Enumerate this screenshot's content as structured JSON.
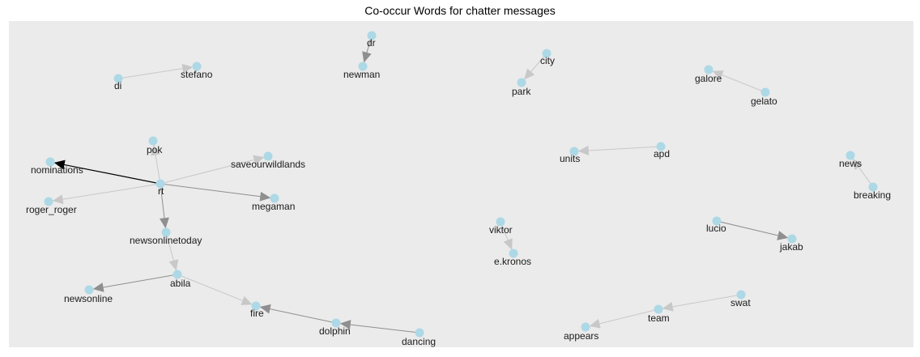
{
  "title": "Co-occur Words for chatter messages",
  "colors": {
    "panel": "#EBEBEB",
    "node": "#ADD8E6",
    "edge_light": "#C8C8C8",
    "edge_mid": "#8F8F8F",
    "edge_dark": "#000000",
    "label": "#1A1A1A"
  },
  "nodes": [
    {
      "id": "dr",
      "label": "dr"
    },
    {
      "id": "newman",
      "label": "newman"
    },
    {
      "id": "di",
      "label": "di"
    },
    {
      "id": "stefano",
      "label": "stefano"
    },
    {
      "id": "city",
      "label": "city"
    },
    {
      "id": "park",
      "label": "park"
    },
    {
      "id": "galore",
      "label": "galore"
    },
    {
      "id": "gelato",
      "label": "gelato"
    },
    {
      "id": "pok",
      "label": "pok"
    },
    {
      "id": "saveourwildlands",
      "label": "saveourwildlands"
    },
    {
      "id": "nominations",
      "label": "nominations"
    },
    {
      "id": "rt",
      "label": "rt"
    },
    {
      "id": "roger_roger",
      "label": "roger_roger"
    },
    {
      "id": "megaman",
      "label": "megaman"
    },
    {
      "id": "units",
      "label": "units"
    },
    {
      "id": "apd",
      "label": "apd"
    },
    {
      "id": "news",
      "label": "news"
    },
    {
      "id": "breaking",
      "label": "breaking"
    },
    {
      "id": "newsonlinetoday",
      "label": "newsonlinetoday"
    },
    {
      "id": "viktor",
      "label": "viktor"
    },
    {
      "id": "lucio",
      "label": "lucio"
    },
    {
      "id": "ekronos",
      "label": "e.kronos"
    },
    {
      "id": "jakab",
      "label": "jakab"
    },
    {
      "id": "abila",
      "label": "abila"
    },
    {
      "id": "newsonline",
      "label": "newsonline"
    },
    {
      "id": "swat",
      "label": "swat"
    },
    {
      "id": "fire",
      "label": "fire"
    },
    {
      "id": "team",
      "label": "team"
    },
    {
      "id": "dolphin",
      "label": "dolphin"
    },
    {
      "id": "appears",
      "label": "appears"
    },
    {
      "id": "dancing",
      "label": "dancing"
    }
  ],
  "edges": [
    {
      "from": "dr",
      "to": "newman",
      "weight": "medium"
    },
    {
      "from": "di",
      "to": "stefano",
      "weight": "light"
    },
    {
      "from": "city",
      "to": "park",
      "weight": "light"
    },
    {
      "from": "gelato",
      "to": "galore",
      "weight": "light"
    },
    {
      "from": "rt",
      "to": "pok",
      "weight": "light"
    },
    {
      "from": "rt",
      "to": "saveourwildlands",
      "weight": "light"
    },
    {
      "from": "rt",
      "to": "nominations",
      "weight": "dark"
    },
    {
      "from": "rt",
      "to": "roger_roger",
      "weight": "light"
    },
    {
      "from": "rt",
      "to": "megaman",
      "weight": "medium"
    },
    {
      "from": "rt",
      "to": "newsonlinetoday",
      "weight": "medium"
    },
    {
      "from": "apd",
      "to": "units",
      "weight": "light"
    },
    {
      "from": "breaking",
      "to": "news",
      "weight": "light"
    },
    {
      "from": "newsonlinetoday",
      "to": "abila",
      "weight": "light"
    },
    {
      "from": "viktor",
      "to": "ekronos",
      "weight": "light"
    },
    {
      "from": "lucio",
      "to": "jakab",
      "weight": "medium"
    },
    {
      "from": "abila",
      "to": "newsonline",
      "weight": "medium"
    },
    {
      "from": "abila",
      "to": "fire",
      "weight": "light"
    },
    {
      "from": "dolphin",
      "to": "fire",
      "weight": "medium"
    },
    {
      "from": "dancing",
      "to": "dolphin",
      "weight": "medium"
    },
    {
      "from": "swat",
      "to": "team",
      "weight": "light"
    },
    {
      "from": "team",
      "to": "appears",
      "weight": "light"
    }
  ]
}
